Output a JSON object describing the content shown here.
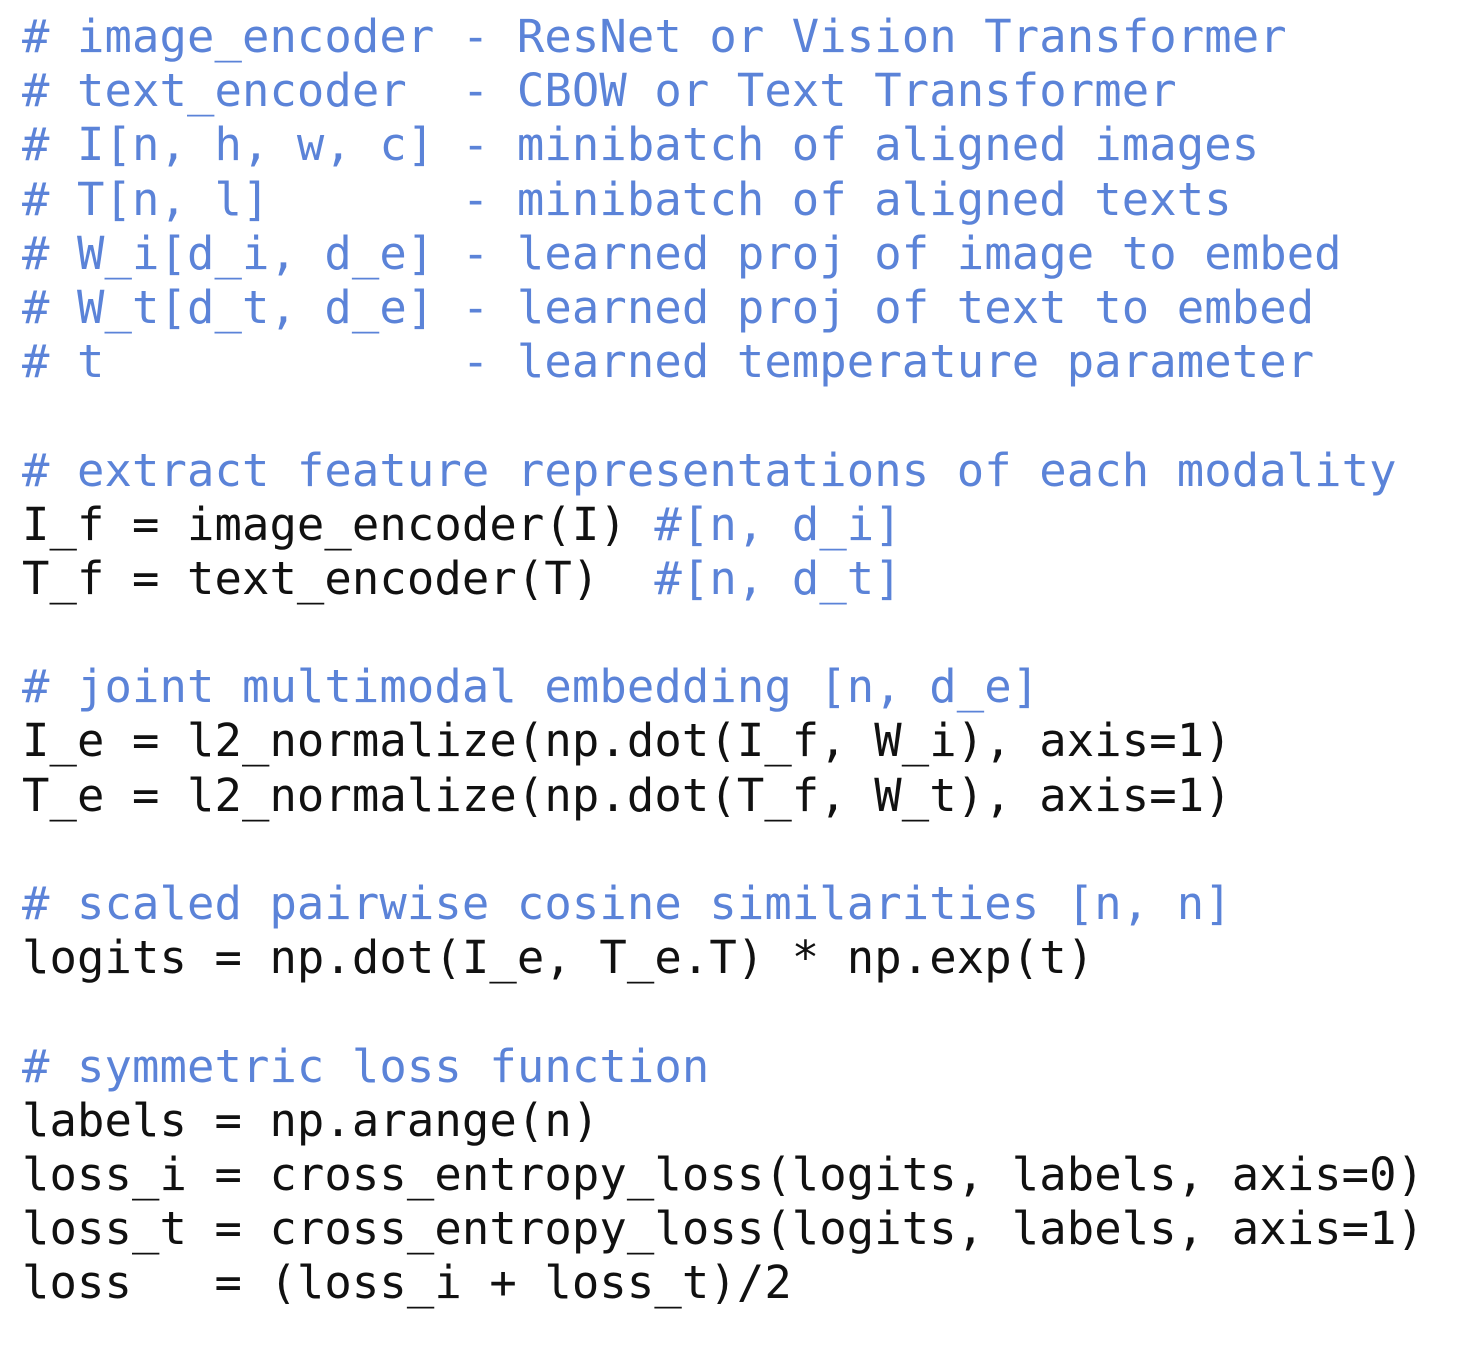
{
  "colors": {
    "comment": "#5b83d8",
    "code": "#111111",
    "background": "#ffffff"
  },
  "lines": [
    {
      "type": "comment",
      "text": "# image_encoder - ResNet or Vision Transformer"
    },
    {
      "type": "comment",
      "text": "# text_encoder  - CBOW or Text Transformer"
    },
    {
      "type": "comment",
      "text": "# I[n, h, w, c] - minibatch of aligned images"
    },
    {
      "type": "comment",
      "text": "# T[n, l]       - minibatch of aligned texts"
    },
    {
      "type": "comment",
      "text": "# W_i[d_i, d_e] - learned proj of image to embed"
    },
    {
      "type": "comment",
      "text": "# W_t[d_t, d_e] - learned proj of text to embed"
    },
    {
      "type": "comment",
      "text": "# t             - learned temperature parameter"
    },
    {
      "type": "blank",
      "text": ""
    },
    {
      "type": "comment",
      "text": "# extract feature representations of each modality"
    },
    {
      "type": "mixed",
      "code": "I_f = image_encoder(I) ",
      "comment": "#[n, d_i]"
    },
    {
      "type": "mixed",
      "code": "T_f = text_encoder(T)  ",
      "comment": "#[n, d_t]"
    },
    {
      "type": "blank",
      "text": ""
    },
    {
      "type": "comment",
      "text": "# joint multimodal embedding [n, d_e]"
    },
    {
      "type": "code",
      "text": "I_e = l2_normalize(np.dot(I_f, W_i), axis=1)"
    },
    {
      "type": "code",
      "text": "T_e = l2_normalize(np.dot(T_f, W_t), axis=1)"
    },
    {
      "type": "blank",
      "text": ""
    },
    {
      "type": "comment",
      "text": "# scaled pairwise cosine similarities [n, n]"
    },
    {
      "type": "code",
      "text": "logits = np.dot(I_e, T_e.T) * np.exp(t)"
    },
    {
      "type": "blank",
      "text": ""
    },
    {
      "type": "comment",
      "text": "# symmetric loss function"
    },
    {
      "type": "code",
      "text": "labels = np.arange(n)"
    },
    {
      "type": "code",
      "text": "loss_i = cross_entropy_loss(logits, labels, axis=0)"
    },
    {
      "type": "code",
      "text": "loss_t = cross_entropy_loss(logits, labels, axis=1)"
    },
    {
      "type": "code",
      "text": "loss   = (loss_i + loss_t)/2"
    }
  ]
}
